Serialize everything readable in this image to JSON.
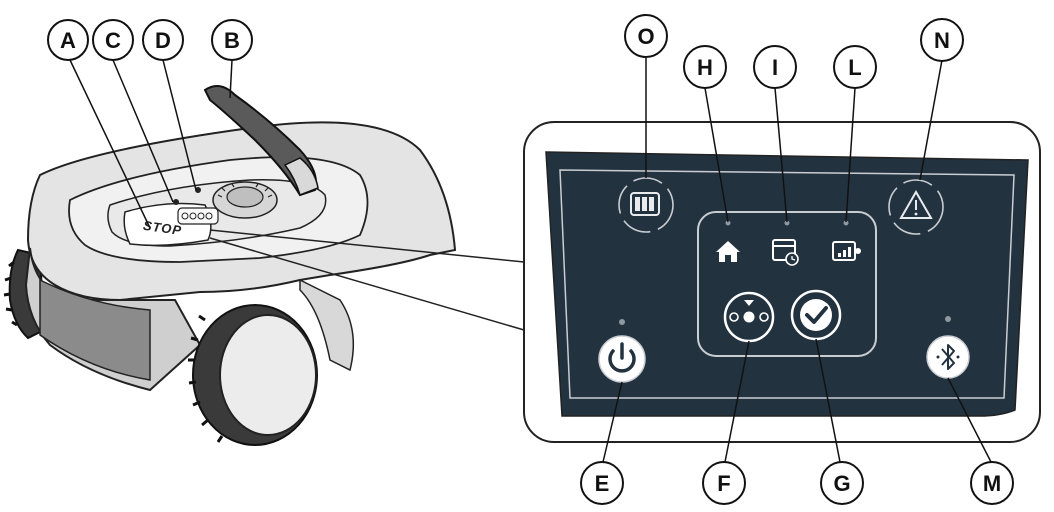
{
  "callouts": {
    "A": "A",
    "B": "B",
    "C": "C",
    "D": "D",
    "E": "E",
    "F": "F",
    "G": "G",
    "H": "H",
    "I": "I",
    "L": "L",
    "M": "M",
    "N": "N",
    "O": "O"
  },
  "mower": {
    "stop_label": "STOP"
  },
  "control_panel": {
    "icons": [
      "battery-icon",
      "home-icon",
      "schedule-icon",
      "settings-icon",
      "warning-icon",
      "power-icon",
      "navigate-icon",
      "confirm-icon",
      "bluetooth-icon"
    ]
  },
  "colors": {
    "panel_face": "#23323f",
    "panel_border": "#c9cdd2",
    "outline": "#222222",
    "mower_body": "#e3e3e3"
  }
}
